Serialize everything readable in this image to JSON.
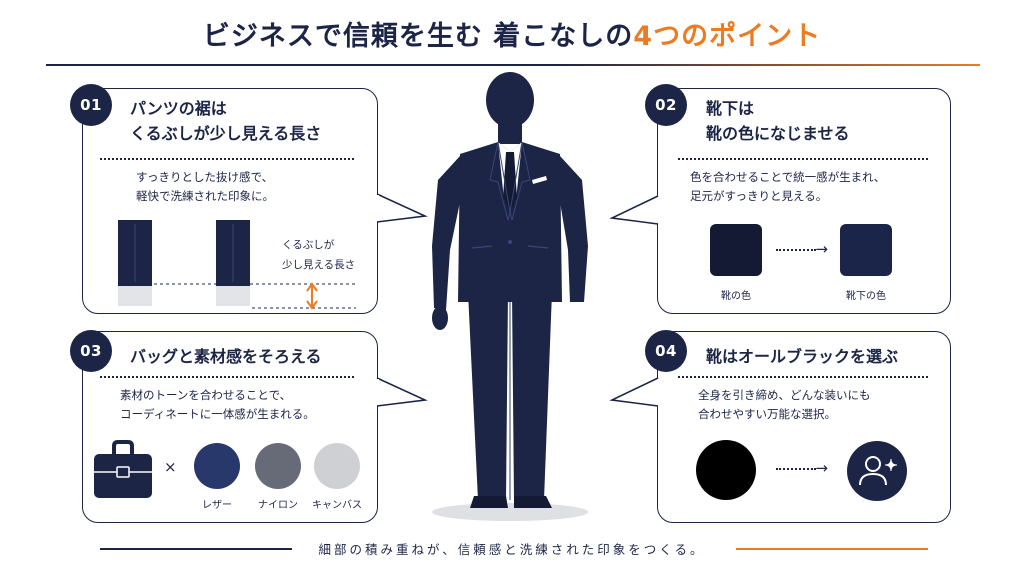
{
  "title": {
    "main": "ビジネスで信頼を生む 着こなしの",
    "accent": "4つのポイント"
  },
  "colors": {
    "navy": "#1c2546",
    "accent": "#ec7b22",
    "leather": "#28386a",
    "nylon": "#666b77",
    "canvas": "#cfd0d3",
    "shoe": "#141a33",
    "sock": "#1b2449"
  },
  "points": [
    {
      "number": "01",
      "heading_line1": "パンツの裾は",
      "heading_line2": "くるぶしが少し見える長さ",
      "desc_line1": "すっきりとした抜け感で、",
      "desc_line2": "軽快で洗練された印象に。",
      "label_line1": "くるぶしが",
      "label_line2": "少し見える長さ"
    },
    {
      "number": "02",
      "heading_line1": "靴下は",
      "heading_line2": "靴の色になじませる",
      "desc_line1": "色を合わせることで統一感が生まれ、",
      "desc_line2": "足元がすっきりと見える。",
      "shoe_label": "靴の色",
      "sock_label": "靴下の色"
    },
    {
      "number": "03",
      "heading": "バッグと素材感をそろえる",
      "desc_line1": "素材のトーンを合わせることで、",
      "desc_line2": "コーディネートに一体感が生まれる。",
      "times": "×",
      "materials": [
        "レザー",
        "ナイロン",
        "キャンバス"
      ]
    },
    {
      "number": "04",
      "heading": "靴はオールブラックを選ぶ",
      "desc_line1": "全身を引き締め、どんな装いにも",
      "desc_line2": "合わせやすい万能な選択。"
    }
  ],
  "footer": "細部の積み重ねが、信頼感と洗練された印象をつくる。"
}
